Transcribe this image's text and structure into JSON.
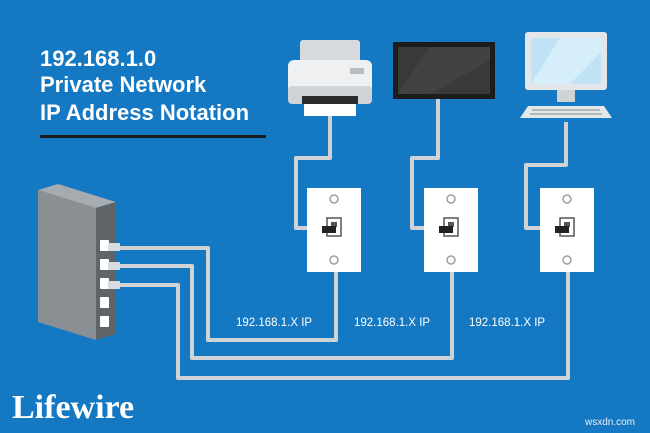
{
  "title": {
    "line1": "192.168.1.0",
    "line2": "Private Network",
    "line3": "IP Address Notation"
  },
  "connections": [
    {
      "ip_label": "192.168.1.X IP"
    },
    {
      "ip_label": "192.168.1.X IP"
    },
    {
      "ip_label": "192.168.1.X IP"
    }
  ],
  "devices": [
    {
      "icon": "printer-icon"
    },
    {
      "icon": "tv-icon"
    },
    {
      "icon": "desktop-monitor-icon"
    }
  ],
  "brand": {
    "logo_text": "Lifewire",
    "watermark": "wsxdn.com"
  },
  "colors": {
    "background": "#1479c2",
    "cable": "#cfd3d6",
    "router_front": "#5f6468",
    "router_side": "#8a8f93",
    "wall_plate": "#ffffff"
  }
}
